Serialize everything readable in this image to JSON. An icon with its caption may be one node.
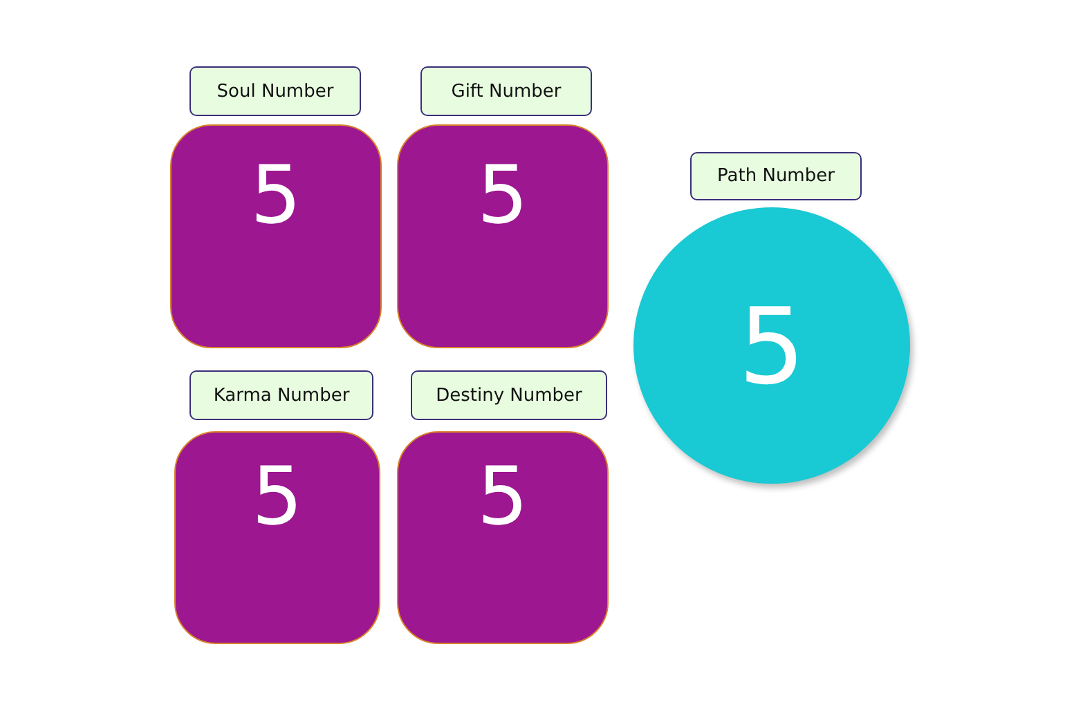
{
  "diagram": {
    "nodes": [
      {
        "text": [
          "Soul Number"
        ]
      },
      {
        "text": [
          "Gift Number"
        ]
      },
      {
        "text": [
          "Path Number"
        ]
      },
      {
        "text": [
          "5"
        ]
      },
      {
        "text": [
          "5"
        ]
      },
      {
        "text": [
          "5"
        ]
      },
      {
        "text": [
          "Karma Number"
        ]
      },
      {
        "text": [
          "Destiny Number"
        ]
      },
      {
        "text": [
          "5"
        ]
      },
      {
        "text": [
          "5"
        ]
      }
    ]
  }
}
